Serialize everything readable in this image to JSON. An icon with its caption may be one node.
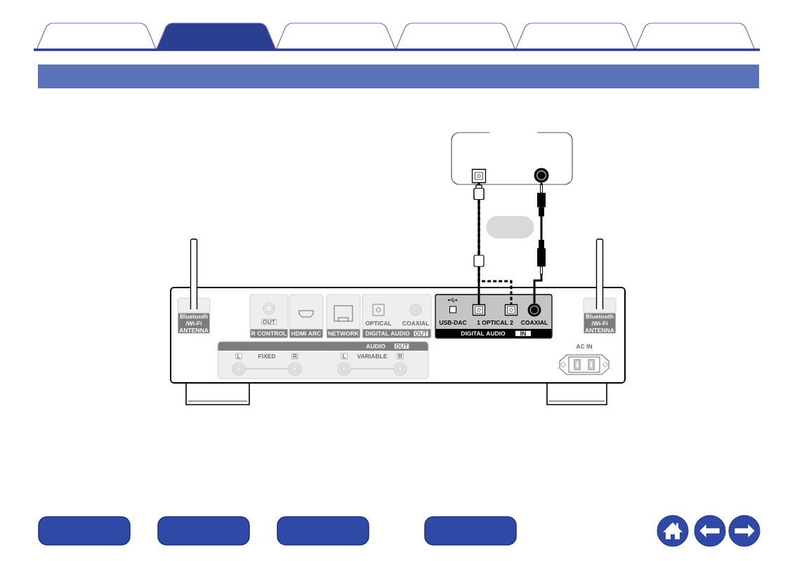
{
  "diagram": {
    "nodes": [
      {
        "text": [],
        "shape": "box"
      },
      {
        "text": [],
        "shape": "box",
        "in": 0
      },
      {
        "text": [],
        "shape": "circle",
        "in": 0
      },
      {
        "text": [],
        "shape": "bar"
      },
      {
        "text": [],
        "shape": "box"
      },
      {
        "text": [
          "USB-DAC",
          "1 OPTICAL 2",
          "COAXIAL",
          "DIGITAL AUDIO",
          "IN"
        ],
        "in": 4
      },
      {
        "text": [],
        "shape": "box",
        "in": 5
      },
      {
        "text": [],
        "shape": "box",
        "in": 5
      },
      {
        "text": [],
        "shape": "circle",
        "in": 5
      }
    ],
    "edges": [
      {
        "from": 1,
        "to": 6,
        "arrow": "other"
      },
      {
        "from": 1,
        "to": 7,
        "arrow": "other",
        "style": "dashed"
      },
      {
        "from": 2,
        "to": 8,
        "arrow": "other"
      }
    ],
    "labels": [
      "Bluetooth /Wi-Fi ANTENNA",
      "OUT",
      "R CONTROL",
      "HDMI ARC",
      "NETWORK",
      "OPTICAL",
      "COAXIAL",
      "DIGITAL AUDIO",
      "OUT",
      "Bluetooth /Wi-Fi ANTENNA",
      "AUDIO",
      "OUT",
      "AC IN",
      "L",
      "FIXED",
      "R",
      "L",
      "VARIABLE",
      "R"
    ]
  }
}
